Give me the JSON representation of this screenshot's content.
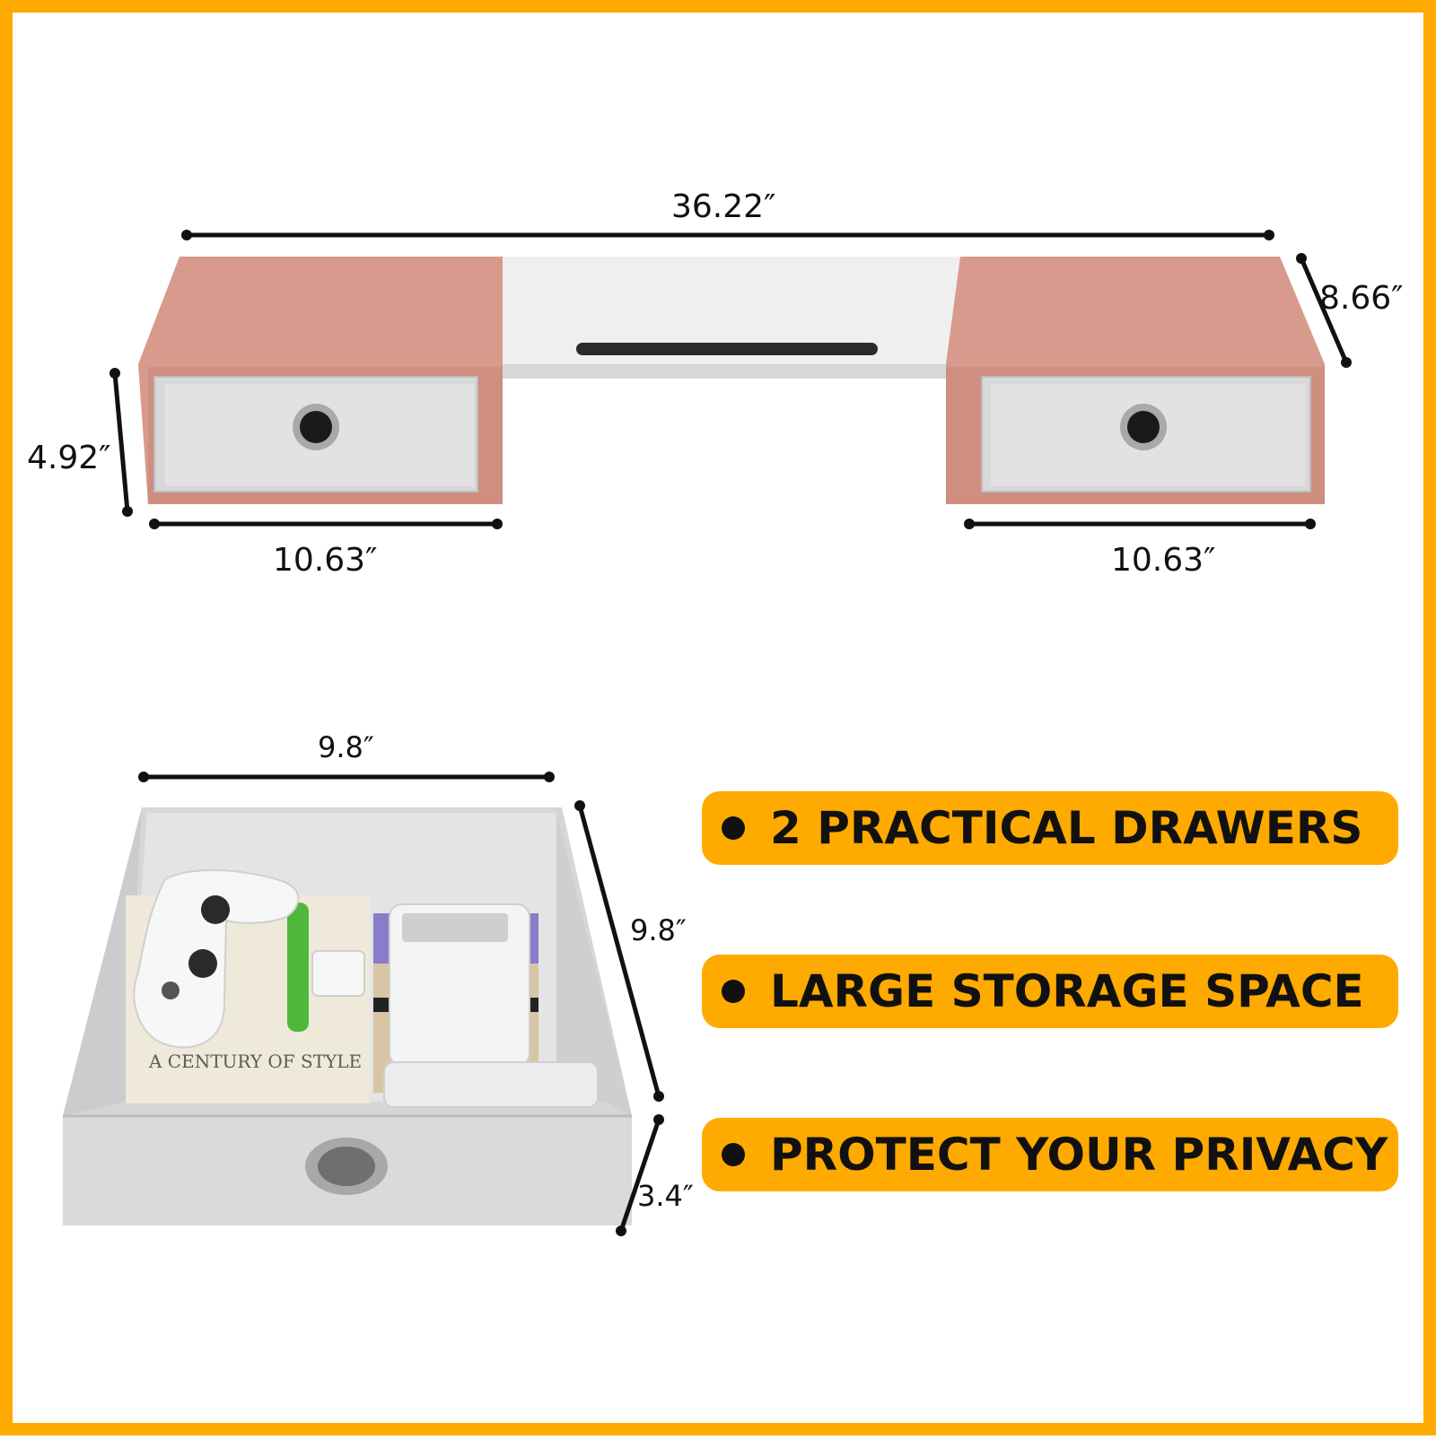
{
  "dimensions": {
    "total_width": "36.22″",
    "depth": "8.66″",
    "height": "4.92″",
    "left_unit_width": "10.63″",
    "right_unit_width": "10.63″",
    "drawer_width": "9.8″",
    "drawer_depth": "9.8″",
    "drawer_height": "3.4″"
  },
  "features": [
    {
      "label": "2 PRACTICAL DRAWERS"
    },
    {
      "label": "LARGE STORAGE SPACE"
    },
    {
      "label": "PROTECT YOUR PRIVACY"
    }
  ],
  "props": {
    "book_text": "A CENTURY OF STYLE"
  },
  "colors": {
    "frame": "#FFAA00",
    "unit_body": "#D79A8C",
    "shelf_top": "#EDEDED",
    "drawer_fabric": "#DDDDDD",
    "pill": "#FFAA00"
  }
}
